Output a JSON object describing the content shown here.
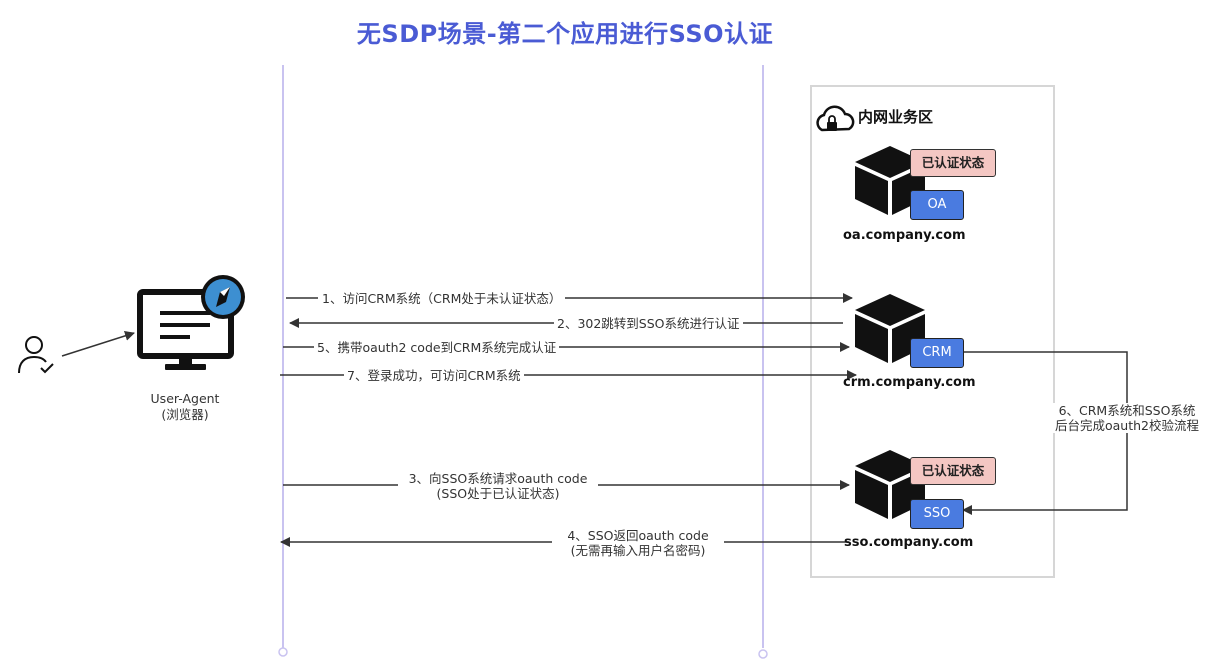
{
  "title": "无SDP场景-第二个应用进行SSO认证",
  "zone": {
    "title": "内网业务区"
  },
  "user_agent": {
    "name": "User-Agent",
    "sub": "(浏览器)"
  },
  "servers": {
    "oa": {
      "host": "oa.company.com",
      "badge": "OA",
      "status": "已认证状态"
    },
    "crm": {
      "host": "crm.company.com",
      "badge": "CRM"
    },
    "sso": {
      "host": "sso.company.com",
      "badge": "SSO",
      "status": "已认证状态"
    }
  },
  "steps": {
    "s1": "1、访问CRM系统（CRM处于未认证状态）",
    "s2": "2、302跳转到SSO系统进行认证",
    "s3a": "3、向SSO系统请求oauth code",
    "s3b": "(SSO处于已认证状态)",
    "s4a": "4、SSO返回oauth code",
    "s4b": "(无需再输入用户名密码)",
    "s5": "5、携带oauth2 code到CRM系统完成认证",
    "s6a": "6、CRM系统和SSO系统",
    "s6b": "后台完成oauth2校验流程",
    "s7": "7、登录成功，可访问CRM系统"
  },
  "colors": {
    "title": "#4a5bd4",
    "lifeline": "#c9c3f0",
    "badge_blue": "#4a7be0",
    "badge_pink": "#f4c7c3",
    "arrow": "#333333"
  }
}
